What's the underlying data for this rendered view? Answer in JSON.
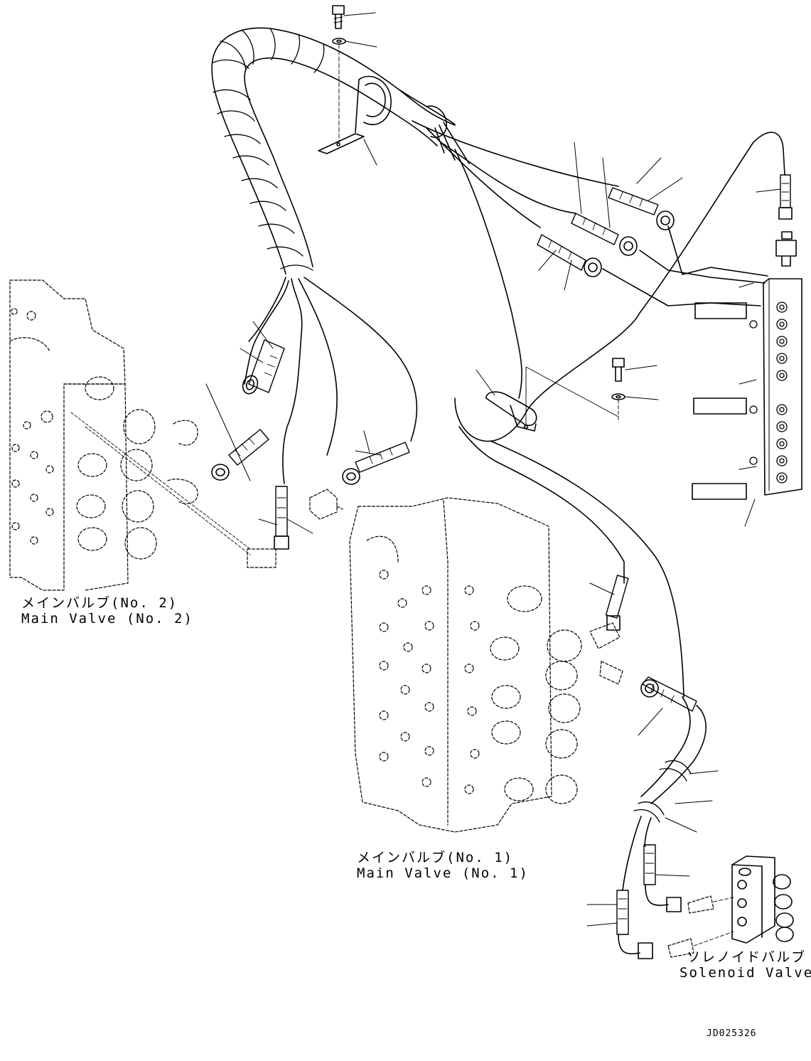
{
  "labels": {
    "main_valve_no2": {
      "jp": "メインバルブ(No. 2)",
      "en": "Main Valve (No. 2)"
    },
    "main_valve_no1": {
      "jp": "メインバルブ(No. 1)",
      "en": "Main Valve (No. 1)"
    },
    "solenoid_valve": {
      "jp": "ソレノイドバルブ",
      "en": "Solenoid Valve"
    }
  },
  "drawing_code": "JD025326"
}
